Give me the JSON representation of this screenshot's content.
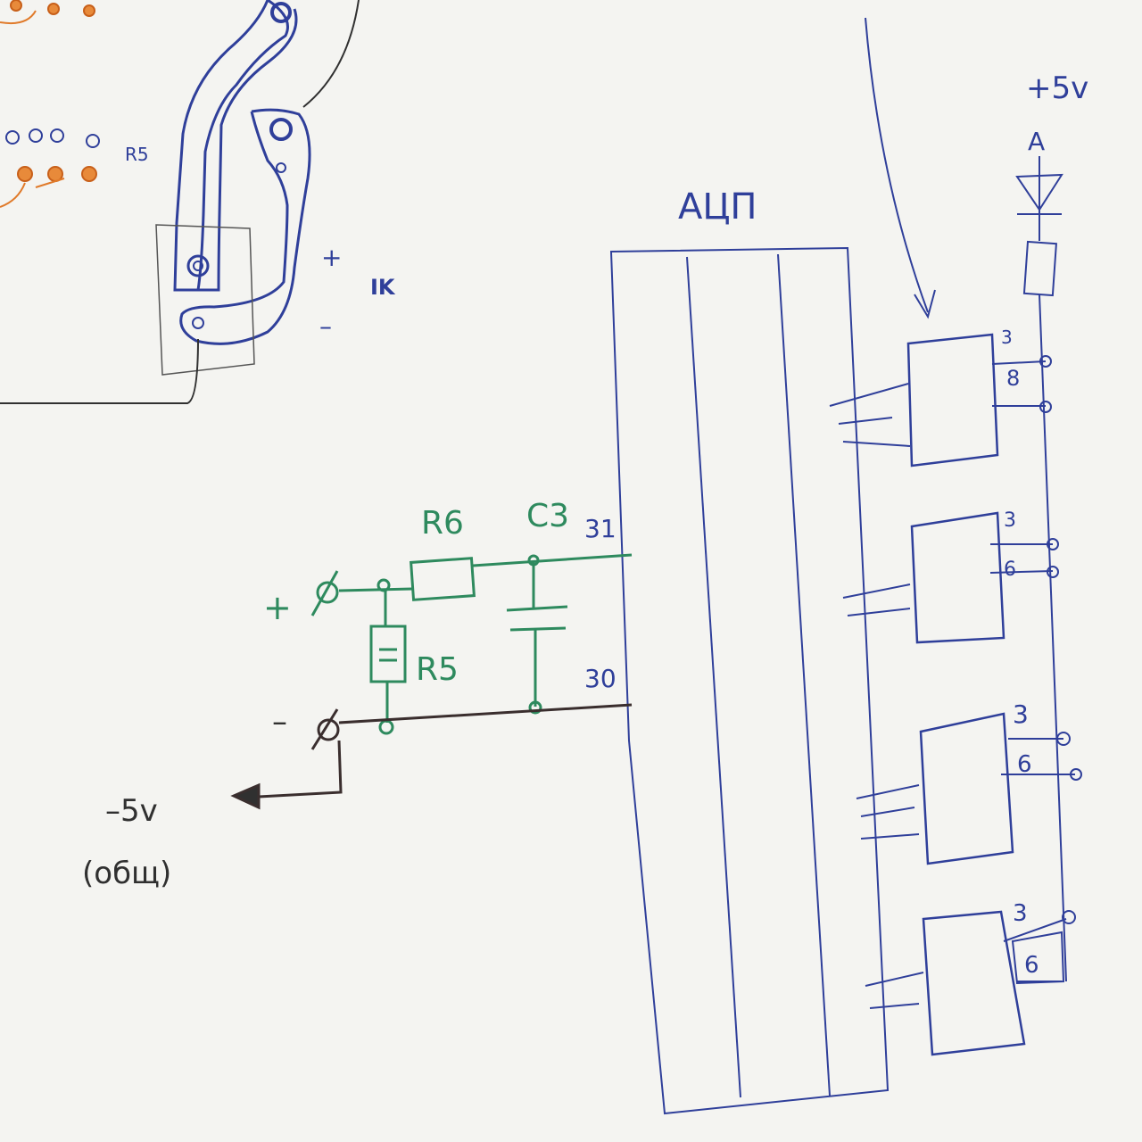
{
  "title": "АЦП",
  "labels": {
    "r5_top": "R5",
    "ik": "IK",
    "plus_top": "+",
    "minus_top": "–",
    "r6": "R6",
    "c3": "C3",
    "r5": "R5",
    "pin31": "31",
    "pin30": "30",
    "plus_in": "+",
    "minus_in": "–",
    "gnd_voltage": "–5v",
    "gnd_note": "(общ)",
    "vcc": "+5v",
    "anode": "A"
  },
  "channels": [
    {
      "pin_top": "3",
      "pin_bottom": "8"
    },
    {
      "pin_top": "3",
      "pin_bottom": "6"
    },
    {
      "pin_top": "3",
      "pin_bottom": "6"
    },
    {
      "pin_top": "3",
      "pin_bottom": "6"
    }
  ],
  "colors": {
    "paper": "#f4f4f1",
    "blue_ink": "#2f3f9a",
    "green_ink": "#2e8a5e",
    "black_ink": "#303030",
    "orange_ink": "#e07a2a"
  }
}
